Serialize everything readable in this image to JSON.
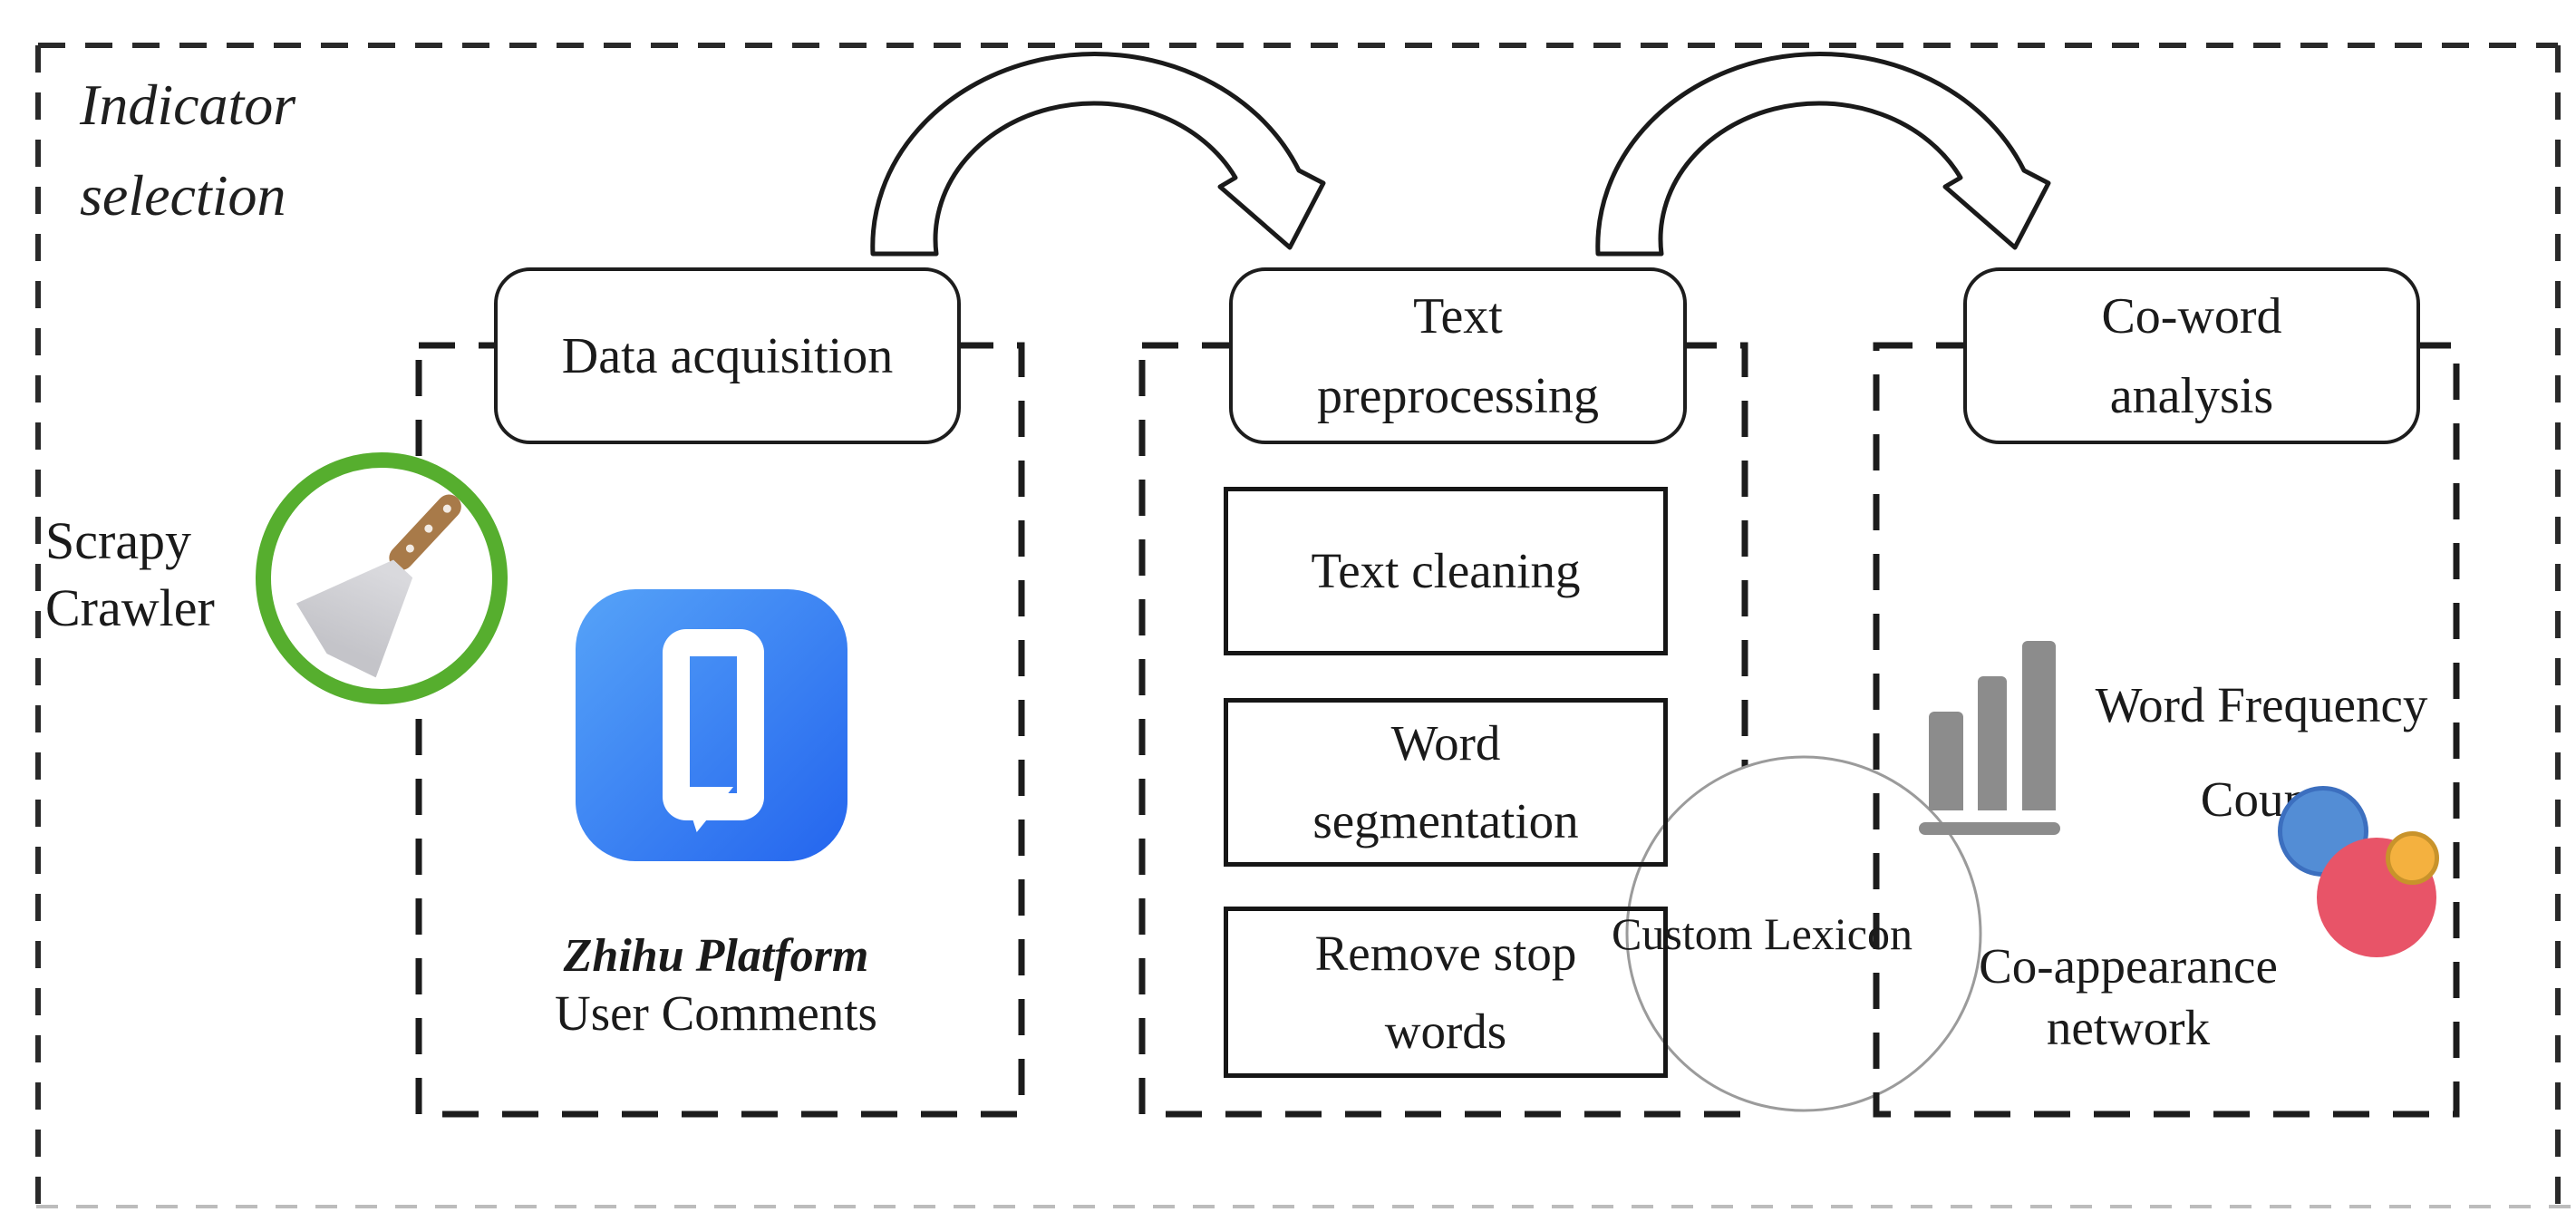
{
  "diagram_title": {
    "line1": "Indicator",
    "line2": "selection"
  },
  "stage1": {
    "header": "Data acquisition",
    "crawler_label": {
      "line1": "Scrapy",
      "line2": "Crawler"
    },
    "source_label": {
      "line1": "Zhihu Platform",
      "line2": "User Comments"
    }
  },
  "stage2": {
    "header": {
      "line1": "Text",
      "line2": "preprocessing"
    },
    "step1": "Text cleaning",
    "step2": {
      "line1": "Word",
      "line2": "segmentation"
    },
    "step3": {
      "line1": "Remove stop",
      "line2": "words"
    },
    "lexicon_label": "Custom Lexicon"
  },
  "stage3": {
    "header": {
      "line1": "Co-word",
      "line2": "analysis"
    },
    "freq_label": {
      "line1": "Word Frequency",
      "line2": "Count"
    },
    "network_label": {
      "line1": "Co-appearance",
      "line2": "network"
    }
  },
  "icons": {
    "scrapy": "scrapy-crawler-icon",
    "zhihu": "zhihu-logo-icon",
    "bar_chart": "bar-chart-icon",
    "network_nodes": "network-nodes-icon",
    "arrow": "curved-arrow-icon"
  },
  "colors": {
    "scrapy_green": "#56ae2e",
    "zhihu_blue_top": "#56a3f8",
    "zhihu_blue_bottom": "#2465ee",
    "handle_brown": "#a87a49",
    "blade_gray": "#c9c9cd",
    "bar_gray": "#8c8c8c",
    "node_blue": "#538dd5",
    "node_pink": "#e85468",
    "node_orange": "#f4b13f",
    "outline_black": "#1a1a1a",
    "arc_gray": "#9b9b9b"
  }
}
